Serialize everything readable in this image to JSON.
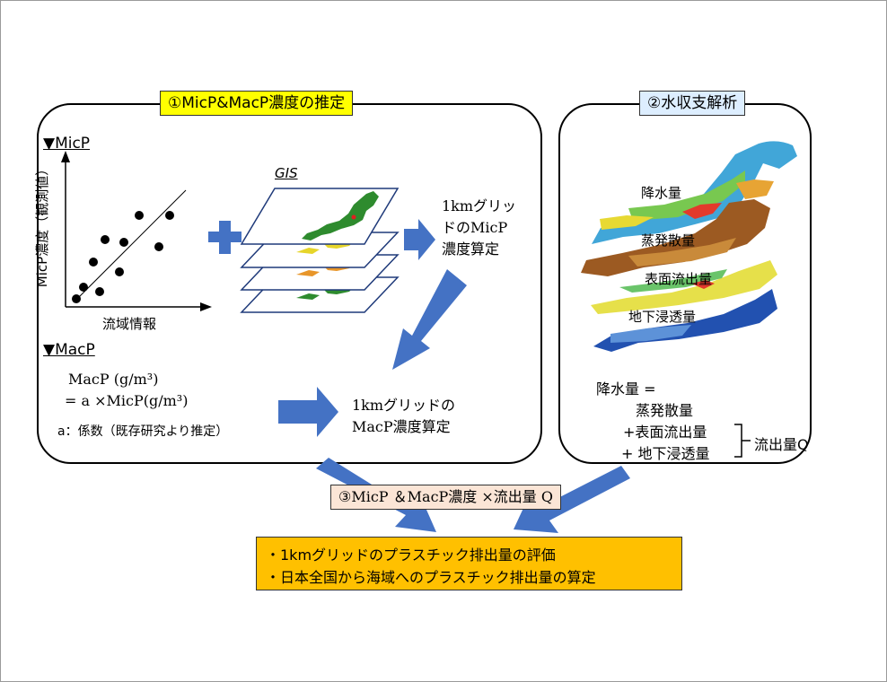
{
  "section1": {
    "title": "①MicP&MacP濃度の推定",
    "micp_heading": "▼MicP",
    "scatter_ylabel": "MicP濃度（観測値）",
    "scatter_xlabel": "流域情報",
    "gis_label": "GIS",
    "grid_micp_line1": "1kmグリッ",
    "grid_micp_line2": "ドのMicP",
    "grid_micp_line3": "濃度算定",
    "macp_heading": "▼MacP",
    "macp_formula_line1": "MacP (g/m³)",
    "macp_formula_line2": "= a ×MicP(g/m³)",
    "coef_note": "a：係数（既存研究より推定）",
    "grid_macp_line1": "1kmグリッドの",
    "grid_macp_line2": "MacP濃度算定"
  },
  "section2": {
    "title": "②水収支解析",
    "map_labels": [
      "降水量",
      "蒸発散量",
      "表面流出量",
      "地下浸透量"
    ],
    "eq_line1": "降水量 =",
    "eq_line2": "蒸発散量",
    "eq_line3": "+表面流出量",
    "eq_line4": "+ 地下浸透量",
    "runoff_label": "流出量Q"
  },
  "section3": {
    "title": "③MicP ＆MacP濃度 ×流出量 Q"
  },
  "result": {
    "line1": "・1kmグリッドのプラスチック排出量の評価",
    "line2": "・日本全国から海域へのプラスチック排出量の算定"
  },
  "colors": {
    "title1_bg": "#ffff00",
    "title2_bg": "#ddeeff",
    "title3_bg": "#fbe5d6",
    "result_bg": "#ffc000",
    "arrow": "#4472c4"
  }
}
